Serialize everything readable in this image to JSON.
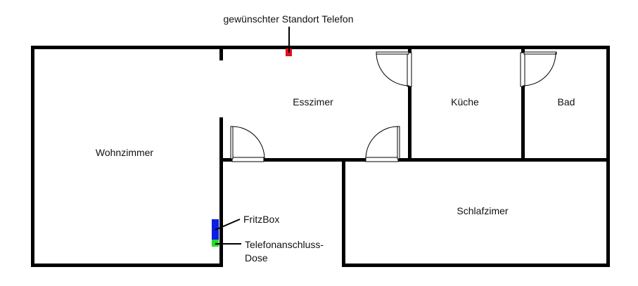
{
  "title_label": "gewünschter Standort Telefon",
  "rooms": {
    "wohnzimmer": "Wohnzimmer",
    "esszimer": "Esszimer",
    "kueche": "Küche",
    "bad": "Bad",
    "schlafzimer": "Schlafzimer"
  },
  "devices": {
    "fritzbox": "FritzBox",
    "socket_line1": "Telefonanschluss-",
    "socket_line2": "Dose"
  },
  "colors": {
    "phone_marker": "#e0101e",
    "fritzbox": "#0a1ee6",
    "socket": "#22dd22"
  }
}
